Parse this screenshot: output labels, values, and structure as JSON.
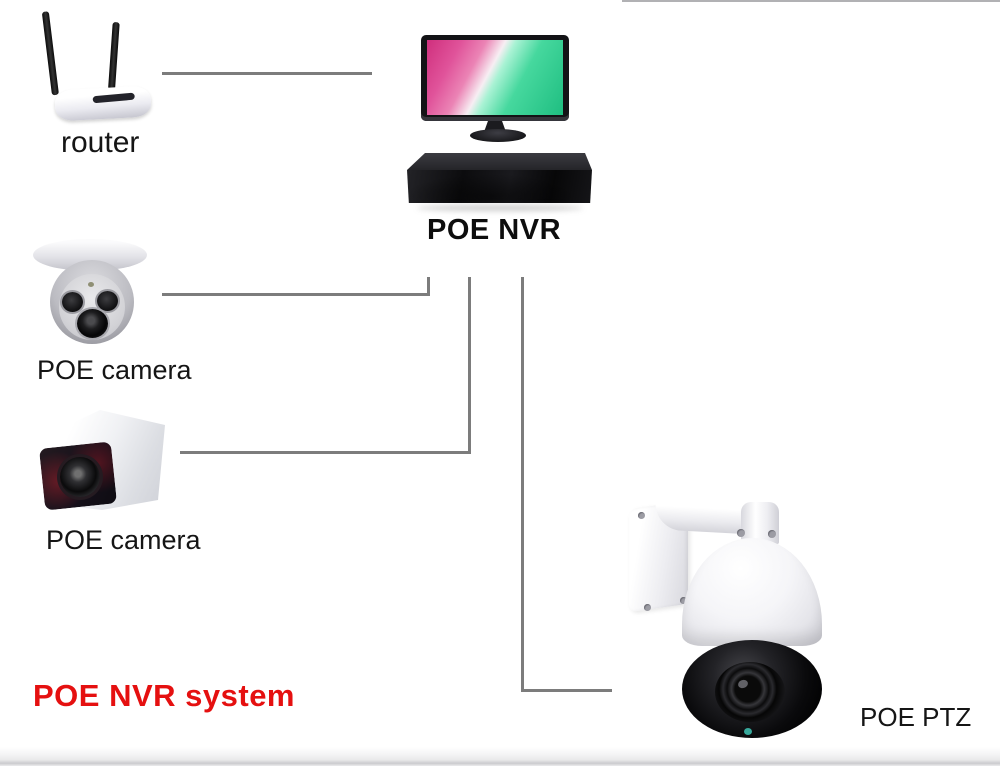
{
  "diagram": {
    "system_title": "POE NVR system",
    "system_title_color": "#e51010",
    "cable_color": "#7c7c7c",
    "background_color": "#ffffff"
  },
  "nodes": {
    "router": {
      "label": "router",
      "illustration": "wireless-router-two-antennas"
    },
    "nvr": {
      "label": "POE NVR",
      "illustration": "monitor-with-nvr-box",
      "screen_colors": [
        "#d8358b",
        "#2fcd90"
      ]
    },
    "dome_camera": {
      "label": "POE camera",
      "illustration": "dome-camera-two-ir-leds"
    },
    "bullet_camera": {
      "label": "POE camera",
      "illustration": "bullet-camera-ir"
    },
    "ptz_camera": {
      "label": "POE PTZ",
      "illustration": "ptz-speed-dome-wall-mount"
    }
  },
  "connections": [
    {
      "from": "router",
      "to": "nvr"
    },
    {
      "from": "nvr",
      "to": "dome_camera"
    },
    {
      "from": "nvr",
      "to": "bullet_camera"
    },
    {
      "from": "nvr",
      "to": "ptz_camera"
    }
  ]
}
